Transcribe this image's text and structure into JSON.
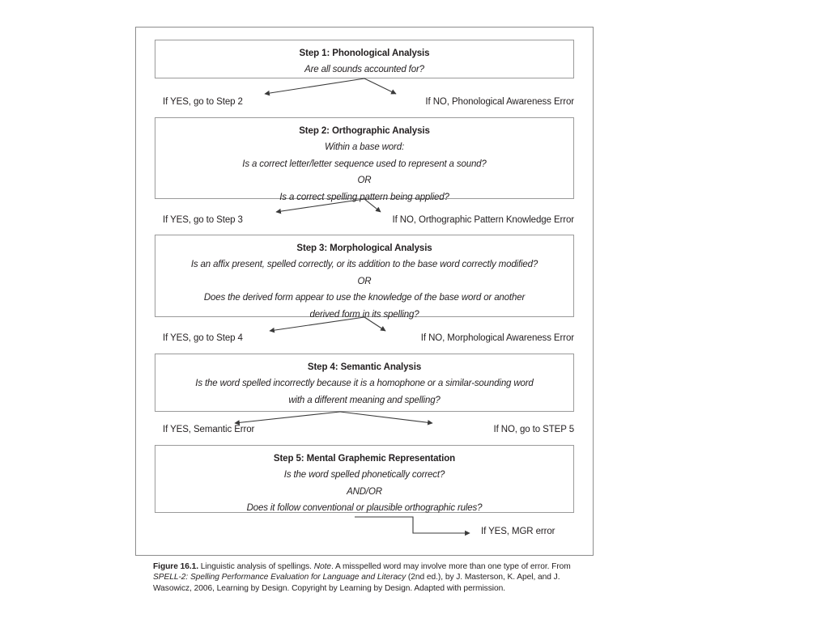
{
  "figure": {
    "steps": [
      {
        "title": "Step 1: Phonological Analysis",
        "lines": [
          "Are all sounds accounted for?"
        ]
      },
      {
        "title": "Step 2: Orthographic Analysis",
        "lines": [
          "Within a base word:",
          "Is a correct letter/letter sequence used to represent a sound?",
          "OR",
          "Is a correct spelling pattern being applied?"
        ]
      },
      {
        "title": "Step 3: Morphological Analysis",
        "lines": [
          "Is an affix present, spelled correctly, or its addition to the base word correctly modified?",
          "OR",
          "Does the derived form appear to use the knowledge of the base word or another",
          "derived form in its spelling?"
        ]
      },
      {
        "title": "Step 4: Semantic Analysis",
        "lines": [
          "Is the word spelled incorrectly because it is a homophone or a similar-sounding word",
          "with a different meaning and spelling?"
        ]
      },
      {
        "title": "Step 5: Mental Graphemic Representation",
        "lines": [
          "Is the word spelled phonetically correct?",
          "AND/OR",
          "Does it follow conventional or plausible orthographic rules?"
        ]
      }
    ],
    "branches": [
      {
        "yes": "If YES, go to Step 2",
        "no": "If NO, Phonological Awareness Error"
      },
      {
        "yes": "If YES, go to Step 3",
        "no": "If NO, Orthographic Pattern Knowledge Error"
      },
      {
        "yes": "If YES, go to Step 4",
        "no": "If NO, Morphological Awareness Error"
      },
      {
        "yes": "If YES, Semantic Error",
        "no": "If NO, go to STEP 5"
      }
    ],
    "final_label": "If YES, MGR error",
    "colors": {
      "text": "#231f20",
      "box_border": "#9a9a9a",
      "frame_border": "#8d8d8d",
      "arrow": "#3a3a3a",
      "background": "#ffffff"
    }
  },
  "caption": {
    "figure_number": "Figure 16.1.",
    "part1": "  Linguistic analysis of spellings. ",
    "note_label": "Note",
    "part2": ". A misspelled word may involve more than one type of error. From ",
    "source_title": "SPELL-2: Spelling Performance Evaluation for Language and Literacy",
    "part3": " (2nd ed.), by J. Masterson, K. Apel, and J. Wasowicz, 2006, Learning by Design. Copyright by Learning by Design. Adapted with permission."
  }
}
